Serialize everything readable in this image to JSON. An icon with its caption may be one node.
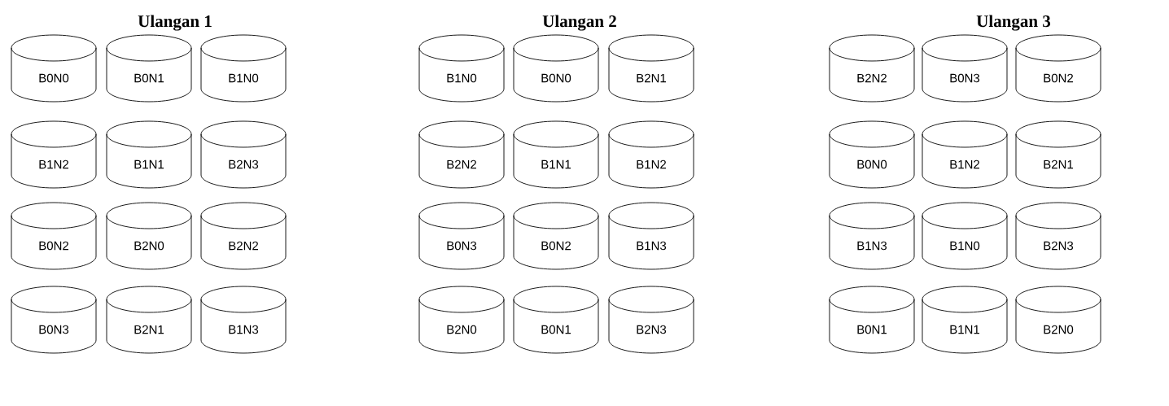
{
  "diagram": {
    "nodes": [
      {
        "text": [
          "B0N0"
        ]
      },
      {
        "text": [
          "B0N1"
        ]
      },
      {
        "text": [
          "B1N0"
        ]
      },
      {
        "text": [
          "B1N2"
        ]
      },
      {
        "text": [
          "B1N1"
        ]
      },
      {
        "text": [
          "B2N3"
        ]
      },
      {
        "text": [
          "B0N2"
        ]
      },
      {
        "text": [
          "B2N0"
        ]
      },
      {
        "text": [
          "B2N2"
        ]
      },
      {
        "text": [
          "B0N3"
        ]
      },
      {
        "text": [
          "B2N1"
        ]
      },
      {
        "text": [
          "B1N3"
        ]
      },
      {
        "text": [
          "B1N0"
        ]
      },
      {
        "text": [
          "B0N0"
        ]
      },
      {
        "text": [
          "B2N1"
        ]
      },
      {
        "text": [
          "B2N2"
        ]
      },
      {
        "text": [
          "B1N1"
        ]
      },
      {
        "text": [
          "B1N2"
        ]
      },
      {
        "text": [
          "B0N3"
        ]
      },
      {
        "text": [
          "B0N2"
        ]
      },
      {
        "text": [
          "B1N3"
        ]
      },
      {
        "text": [
          "B2N0"
        ]
      },
      {
        "text": [
          "B0N1"
        ]
      },
      {
        "text": [
          "B2N3"
        ]
      },
      {
        "text": [
          "B2N2"
        ]
      },
      {
        "text": [
          "B0N3"
        ]
      },
      {
        "text": [
          "B0N2"
        ]
      },
      {
        "text": [
          "B0N0"
        ]
      },
      {
        "text": [
          "B1N2"
        ]
      },
      {
        "text": [
          "B2N1"
        ]
      },
      {
        "text": [
          "B1N3"
        ]
      },
      {
        "text": [
          "B1N0"
        ]
      },
      {
        "text": [
          "B2N3"
        ]
      },
      {
        "text": [
          "B0N1"
        ]
      },
      {
        "text": [
          "B1N1"
        ]
      },
      {
        "text": [
          "B2N0"
        ]
      }
    ],
    "labels": [
      "Ulangan 1",
      "Ulangan 2",
      "Ulangan 3"
    ]
  }
}
